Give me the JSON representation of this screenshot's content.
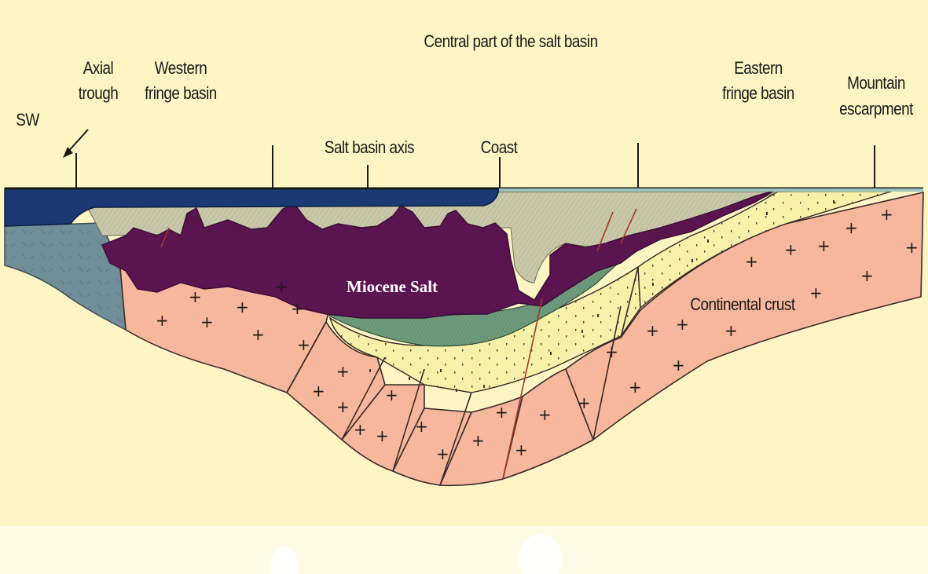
{
  "labels": {
    "central": "Central part of the salt basin",
    "axial_1": "Axial",
    "axial_2": "trough",
    "western_1": "Western",
    "western_2": "fringe basin",
    "sw": "SW",
    "salt_axis": "Salt basin axis",
    "coast": "Coast",
    "eastern_1": "Eastern",
    "eastern_2": "fringe basin",
    "mountain_1": "Mountain",
    "mountain_2": "escarpment",
    "miocene": "Miocene Salt",
    "crust": "Continental crust"
  },
  "colors": {
    "background": "#fdf6c4",
    "sea": "#1b3a73",
    "overburden": "#c7c6a4",
    "salt": "#5a1450",
    "green_layer": "#6a9a7a",
    "sand_layer": "#f6f0a6",
    "crust": "#f7b79c",
    "blue_gray": "#6f8e97",
    "fault_red": "#a33a2c"
  }
}
